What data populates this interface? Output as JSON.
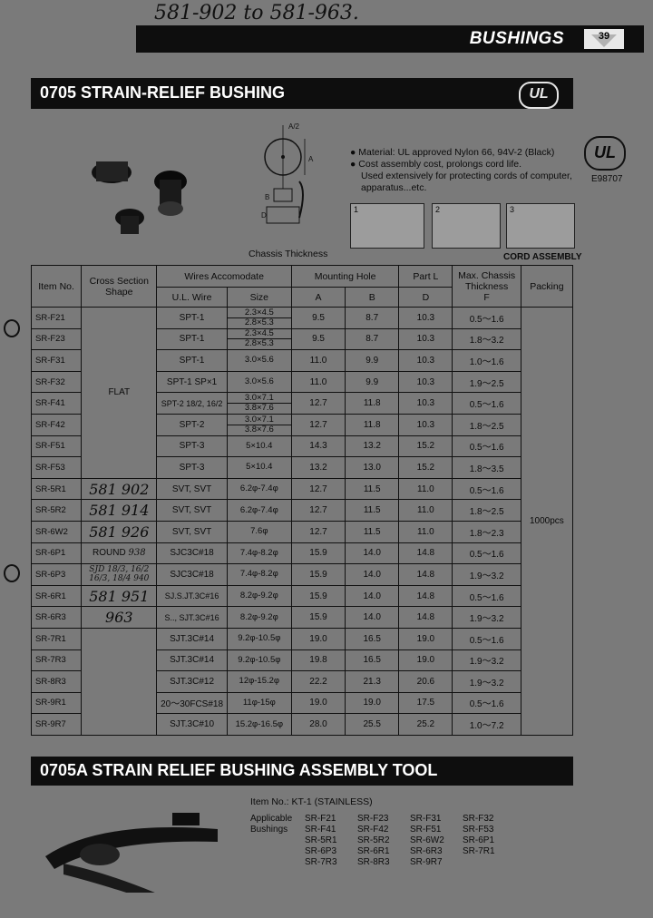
{
  "handwritten_header": "581-902  to  581-963.",
  "header": {
    "title": "BUSHINGS",
    "page": "39"
  },
  "section1": {
    "title": "0705 STRAIN-RELIEF BUSHING",
    "features": [
      "Material: UL approved Nylon 66, 94V-2 (Black)",
      "Cost assembly cost, prolongs cord life.",
      "Used extensively for protecting cords of computer, apparatus...etc."
    ],
    "ul_file": "E98707",
    "diagram_labels": {
      "chassis": "Chassis Thickness",
      "cord_assembly": "CORD ASSEMBLY",
      "steps": [
        "1",
        "2",
        "3"
      ]
    }
  },
  "table": {
    "headers": {
      "item": "Item No.",
      "shape": "Cross Section Shape",
      "wires": "Wires Accomodate",
      "ul_wire": "U.L. Wire",
      "size": "Size",
      "mounting": "Mounting Hole",
      "a": "A",
      "b": "B",
      "partl": "Part L",
      "d": "D",
      "chassis": "Max. Chassis Thickness",
      "f": "F",
      "packing": "Packing"
    },
    "flat_label": "FLAT",
    "round_label": "ROUND",
    "packing_value": "1000pcs",
    "rows": [
      {
        "item": "SR-F21",
        "ul": "SPT-1",
        "size": [
          "2.3×4.5",
          "2.8×5.3"
        ],
        "a": "9.5",
        "b": "8.7",
        "d": "10.3",
        "f": "0.5～1.6"
      },
      {
        "item": "SR-F23",
        "ul": "SPT-1",
        "size": [
          "2.3×4.5",
          "2.8×5.3"
        ],
        "a": "9.5",
        "b": "8.7",
        "d": "10.3",
        "f": "1.8～3.2"
      },
      {
        "item": "SR-F31",
        "ul": "SPT-1",
        "size": [
          "3.0×5.6"
        ],
        "a": "11.0",
        "b": "9.9",
        "d": "10.3",
        "f": "1.0～1.6"
      },
      {
        "item": "SR-F32",
        "ul": "SPT-1 SP×1",
        "size": [
          "3.0×5.6"
        ],
        "a": "11.0",
        "b": "9.9",
        "d": "10.3",
        "f": "1.9～2.5"
      },
      {
        "item": "SR-F41",
        "ul": "SPT-2 18/2, 16/2",
        "size": [
          "3.0×7.1",
          "3.8×7.6"
        ],
        "a": "12.7",
        "b": "11.8",
        "d": "10.3",
        "f": "0.5～1.6"
      },
      {
        "item": "SR-F42",
        "ul": "SPT-2",
        "size": [
          "3.0×7.1",
          "3.8×7.6"
        ],
        "a": "12.7",
        "b": "11.8",
        "d": "10.3",
        "f": "1.8～2.5"
      },
      {
        "item": "SR-F51",
        "ul": "SPT-3",
        "size": [
          "5×10.4"
        ],
        "a": "14.3",
        "b": "13.2",
        "d": "15.2",
        "f": "0.5～1.6"
      },
      {
        "item": "SR-F53",
        "ul": "SPT-3",
        "size": [
          "5×10.4"
        ],
        "a": "13.2",
        "b": "13.0",
        "d": "15.2",
        "f": "1.8～3.5"
      },
      {
        "item": "SR-5R1",
        "ul": "SVT, SVT",
        "size": [
          "6.2φ-7.4φ"
        ],
        "a": "12.7",
        "b": "11.5",
        "d": "11.0",
        "f": "0.5～1.6"
      },
      {
        "item": "SR-5R2",
        "ul": "SVT, SVT",
        "size": [
          "6.2φ-7.4φ"
        ],
        "a": "12.7",
        "b": "11.5",
        "d": "11.0",
        "f": "1.8～2.5"
      },
      {
        "item": "SR-6W2",
        "ul": "SVT, SVT",
        "size": [
          "7.6φ"
        ],
        "a": "12.7",
        "b": "11.5",
        "d": "11.0",
        "f": "1.8～2.3"
      },
      {
        "item": "SR-6P1",
        "ul": "SJC3C#18",
        "size": [
          "7.4φ-8.2φ"
        ],
        "a": "15.9",
        "b": "14.0",
        "d": "14.8",
        "f": "0.5～1.6"
      },
      {
        "item": "SR-6P3",
        "ul": "SJC3C#18",
        "size": [
          "7.4φ-8.2φ"
        ],
        "a": "15.9",
        "b": "14.0",
        "d": "14.8",
        "f": "1.9～3.2"
      },
      {
        "item": "SR-6R1",
        "ul": "SJ.S.JT.3C#16",
        "size": [
          "8.2φ-9.2φ"
        ],
        "a": "15.9",
        "b": "14.0",
        "d": "14.8",
        "f": "0.5～1.6"
      },
      {
        "item": "SR-6R3",
        "ul": "S.., SJT.3C#16",
        "size": [
          "8.2φ-9.2φ"
        ],
        "a": "15.9",
        "b": "14.0",
        "d": "14.8",
        "f": "1.9～3.2"
      },
      {
        "item": "SR-7R1",
        "ul": "SJT.3C#14",
        "size": [
          "9.2φ-10.5φ"
        ],
        "a": "19.0",
        "b": "16.5",
        "d": "19.0",
        "f": "0.5～1.6"
      },
      {
        "item": "SR-7R3",
        "ul": "SJT.3C#14",
        "size": [
          "9.2φ-10.5φ"
        ],
        "a": "19.8",
        "b": "16.5",
        "d": "19.0",
        "f": "1.9～3.2"
      },
      {
        "item": "SR-8R3",
        "ul": "SJT.3C#12",
        "size": [
          "12φ-15.2φ"
        ],
        "a": "22.2",
        "b": "21.3",
        "d": "20.6",
        "f": "1.9～3.2"
      },
      {
        "item": "SR-9R1",
        "ul": "20～30FCS#18",
        "size": [
          "11φ-15φ"
        ],
        "a": "19.0",
        "b": "19.0",
        "d": "17.5",
        "f": "0.5～1.6"
      },
      {
        "item": "SR-9R7",
        "ul": "SJT.3C#10",
        "size": [
          "15.2φ-16.5φ"
        ],
        "a": "28.0",
        "b": "25.5",
        "d": "25.2",
        "f": "1.0～7.2"
      }
    ],
    "handwritten_notes": [
      "581 902",
      "581 914",
      "581 926",
      "938",
      "SJD 18/3, 16/2",
      "16/3, 18/4",
      "940",
      "581 951",
      "963"
    ]
  },
  "section2": {
    "title": "0705A STRAIN RELIEF BUSHING ASSEMBLY TOOL",
    "item_no_label": "Item No.:",
    "item_no_value": "KT-1 (STAINLESS)",
    "applicable_label": "Applicable",
    "bushings_label": "Bushings",
    "applicable": [
      [
        "SR-F21",
        "SR-F23",
        "SR-F31",
        "SR-F32"
      ],
      [
        "SR-F41",
        "SR-F42",
        "SR-F51",
        "SR-F53"
      ],
      [
        "SR-5R1",
        "SR-5R2",
        "SR-6W2",
        "SR-6P1"
      ],
      [
        "SR-6P3",
        "SR-6R1",
        "SR-6R3",
        "SR-7R1"
      ],
      [
        "SR-7R3",
        "SR-8R3",
        "SR-9R7",
        ""
      ]
    ]
  }
}
